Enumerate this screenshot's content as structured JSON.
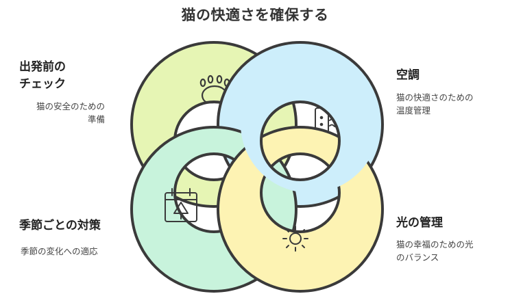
{
  "title": "猫の快適さを確保する",
  "items": {
    "pre_departure": {
      "heading_lines": [
        "出発前の",
        "チェック"
      ],
      "desc_lines": [
        "猫の安全のための",
        "準備"
      ],
      "icon": "paw-icon",
      "color": "#e6f5b4"
    },
    "air_conditioning": {
      "heading_lines": [
        "空調"
      ],
      "desc_lines": [
        "猫の快適さのための",
        "温度管理"
      ],
      "icon": "phone-waves-icon",
      "color": "#cdeefb"
    },
    "seasonal": {
      "heading_lines": [
        "季節ごとの対策"
      ],
      "desc_lines": [
        "季節の変化への適応"
      ],
      "icon": "calendar-tree-icon",
      "color": "#c8f3dc"
    },
    "light": {
      "heading_lines": [
        "光の管理"
      ],
      "desc_lines": [
        "猫の幸福のための光",
        "のバランス"
      ],
      "icon": "sun-icon",
      "color": "#fdf3b3"
    }
  },
  "stroke_color": "#3a3a3a"
}
